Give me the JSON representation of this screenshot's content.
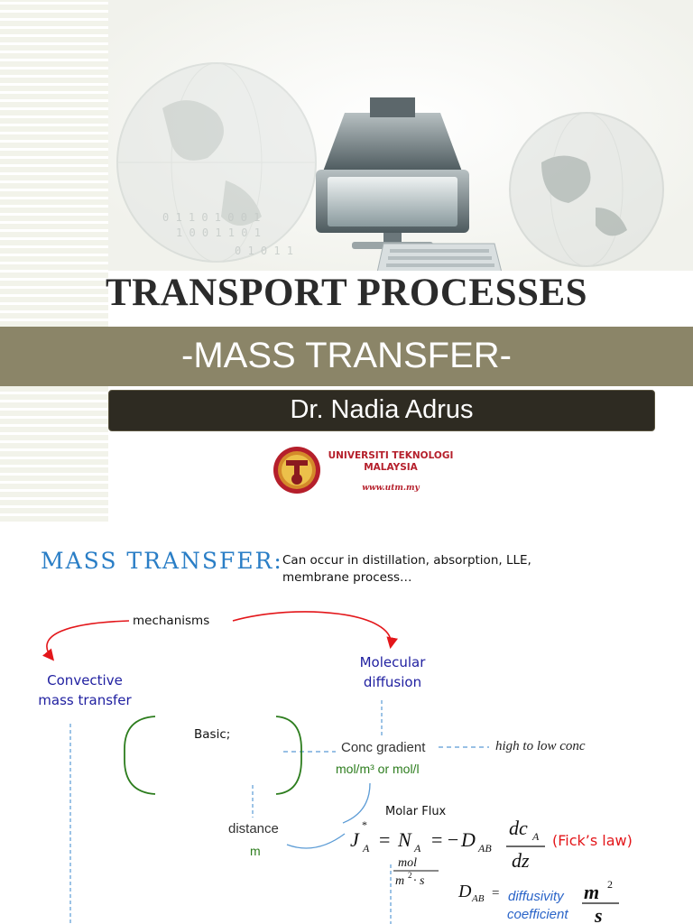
{
  "slide1": {
    "title": "TRANSPORT PROCESSES",
    "subtitle": "-MASS TRANSFER-",
    "author": "Dr. Nadia Adrus",
    "university_line1": "UNIVERSITI TEKNOLOGI",
    "university_line2": "MALAYSIA",
    "website": "www.utm.my",
    "colors": {
      "band": "#8b8568",
      "author_bar": "#2e2b22",
      "logo_red": "#b51f2b"
    }
  },
  "slide2": {
    "title": "MASS TRANSFER:",
    "note_line1": "Can occur in distillation, absorption, LLE,",
    "note_line2": "membrane process…",
    "mechanisms_label": "mechanisms",
    "convective_line1": "Convective",
    "convective_line2": "mass transfer",
    "molecular_line1": "Molecular",
    "molecular_line2": "diffusion",
    "basic_label": "Basic;",
    "conc_gradient": "Conc gradient",
    "conc_units": "mol/m³ or mol/l",
    "high_to_low": "high to low conc",
    "distance_label": "distance",
    "distance_unit": "m",
    "molar_flux_label": "Molar Flux",
    "ficks_law": "(Fick’s law)",
    "equation": {
      "J": "J",
      "sup": "*",
      "sub_A": "A",
      "N": "N",
      "D": "D",
      "sub_AB": "AB",
      "dc": "dc",
      "dz": "dz",
      "eq": "=",
      "neg_eq": "= −",
      "flux_unit_num": "mol",
      "flux_unit_den": "m",
      "flux_unit_exp": "2",
      "flux_unit_s": "· s",
      "diff_lhs": "D",
      "diff_eq": "=",
      "m": "m",
      "s": "s",
      "exp2": "2"
    },
    "diffusivity_line1": "diffusivity",
    "diffusivity_line2": "coefficient",
    "colors": {
      "title": "#2a7ec6",
      "arrows": "#e3161a",
      "mechanism_labels": "#1f1fa0",
      "brackets": "#2d7d1e",
      "dashes": "#5b9bd5"
    }
  }
}
